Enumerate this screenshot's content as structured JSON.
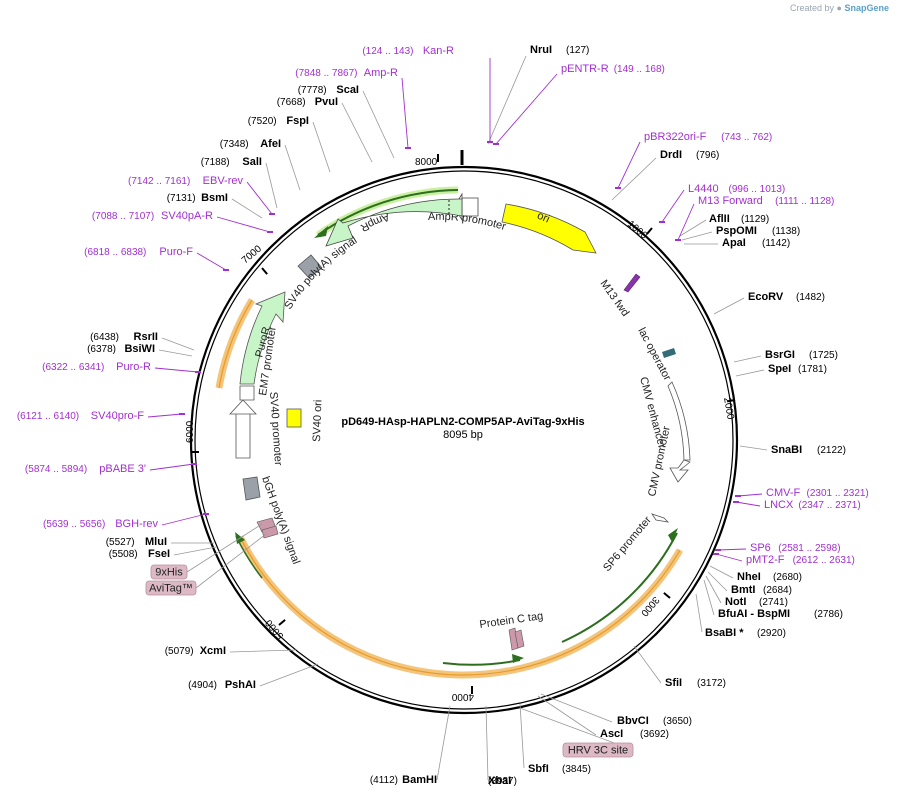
{
  "header": {
    "created_by": "Created by",
    "brand": "SnapGene"
  },
  "plasmid": {
    "name": "pD649-HAsp-HAPLN2-COMP5AP-AviTag-9xHis",
    "size_label": "8095 bp"
  },
  "colors": {
    "enzyme_line": "#999999",
    "primer": "#a22fd0",
    "ori": "#ffff00",
    "ampr": "#c8f5c8",
    "orange_track": "#f3c47a",
    "green_arrow": "#338833",
    "tag": "#cc99aa",
    "promoter": "#ffffff",
    "polya": "#9aa1a8",
    "lac_operator": "#336b77"
  },
  "ticks": [
    "1000",
    "2000",
    "3000",
    "4000",
    "5000",
    "6000",
    "7000",
    "8000"
  ],
  "enzymes": [
    {
      "name": "NruI",
      "pos": "(127)"
    },
    {
      "name": "DrdI",
      "pos": "(796)"
    },
    {
      "name": "AflII",
      "pos": "(1129)"
    },
    {
      "name": "PspOMI",
      "pos": "(1138)"
    },
    {
      "name": "ApaI",
      "pos": "(1142)"
    },
    {
      "name": "EcoRV",
      "pos": "(1482)"
    },
    {
      "name": "BsrGI",
      "pos": "(1725)"
    },
    {
      "name": "SpeI",
      "pos": "(1781)"
    },
    {
      "name": "SnaBI",
      "pos": "(2122)"
    },
    {
      "name": "NheI",
      "pos": "(2680)"
    },
    {
      "name": "BmtI",
      "pos": "(2684)"
    },
    {
      "name": "NotI",
      "pos": "(2741)"
    },
    {
      "name": "BfuAI - BspMI",
      "pos": "(2786)"
    },
    {
      "name": "BsaBI *",
      "pos": "(2920)"
    },
    {
      "name": "SfiI",
      "pos": "(3172)"
    },
    {
      "name": "BbvCI",
      "pos": "(3650)"
    },
    {
      "name": "AscI",
      "pos": "(3692)"
    },
    {
      "name": "SbfI",
      "pos": "(3845)"
    },
    {
      "name": "XbaI",
      "pos": "(3937)"
    },
    {
      "name": "BamHI",
      "pos": "(4112)"
    },
    {
      "name": "PshAI",
      "pos": "(4904)"
    },
    {
      "name": "XcmI",
      "pos": "(5079)"
    },
    {
      "name": "FseI",
      "pos": "(5508)"
    },
    {
      "name": "MluI",
      "pos": "(5527)"
    },
    {
      "name": "BsiWI",
      "pos": "(6378)"
    },
    {
      "name": "RsrII",
      "pos": "(6438)"
    },
    {
      "name": "BsmI",
      "pos": "(7131)"
    },
    {
      "name": "SalI",
      "pos": "(7188)"
    },
    {
      "name": "AfeI",
      "pos": "(7348)"
    },
    {
      "name": "FspI",
      "pos": "(7520)"
    },
    {
      "name": "PvuI",
      "pos": "(7668)"
    },
    {
      "name": "ScaI",
      "pos": "(7778)"
    }
  ],
  "primers": [
    {
      "name": "Kan-R",
      "pos": "(124 .. 143)"
    },
    {
      "name": "pENTR-R",
      "pos": "(149 .. 168)"
    },
    {
      "name": "pBR322ori-F",
      "pos": "(743 .. 762)"
    },
    {
      "name": "L4440",
      "pos": "(996 .. 1013)"
    },
    {
      "name": "M13 Forward",
      "pos": "(1111 .. 1128)"
    },
    {
      "name": "CMV-F",
      "pos": "(2301 .. 2321)"
    },
    {
      "name": "LNCX",
      "pos": "(2347 .. 2371)"
    },
    {
      "name": "SP6",
      "pos": "(2581 .. 2598)"
    },
    {
      "name": "pMT2-F",
      "pos": "(2612 .. 2631)"
    },
    {
      "name": "BGH-rev",
      "pos": "(5639 .. 5656)"
    },
    {
      "name": "pBABE 3'",
      "pos": "(5874 .. 5894)"
    },
    {
      "name": "SV40pro-F",
      "pos": "(6121 .. 6140)"
    },
    {
      "name": "Puro-R",
      "pos": "(6322 .. 6341)"
    },
    {
      "name": "Puro-F",
      "pos": "(6818 .. 6838)"
    },
    {
      "name": "SV40pA-R",
      "pos": "(7088 .. 7107)"
    },
    {
      "name": "EBV-rev",
      "pos": "(7142 .. 7161)"
    },
    {
      "name": "Amp-R",
      "pos": "(7848 .. 7867)"
    }
  ],
  "boxed_labels": [
    "9xHis",
    "AviTag™",
    "HRV 3C site"
  ],
  "features": {
    "ori": "ori",
    "ampr_promoter": "AmpR promoter",
    "ampr": "AmpR",
    "sv40_polya": "SV40 poly(A) signal",
    "m13_fwd": "M13 fwd",
    "lac_operator": "lac operator",
    "cmv_enhancer": "CMV enhancer",
    "cmv_promoter": "CMV promoter",
    "sp6_promoter": "SP6 promoter",
    "protein_c_tag": "Protein C tag",
    "bgh_polya": "bGH poly(A) signal",
    "sv40_promoter": "SV40 promoter",
    "em7_promoter": "EM7 promoter",
    "puror": "PuroR",
    "sv40_ori": "SV40 ori"
  }
}
